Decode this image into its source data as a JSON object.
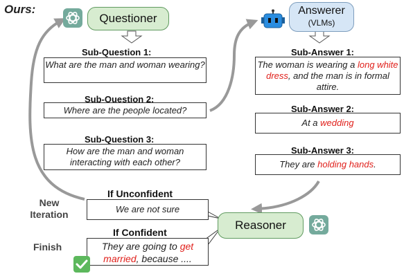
{
  "header": {
    "ours_label": "Ours:"
  },
  "questioner": {
    "label": "Questioner"
  },
  "answerer": {
    "label": "Answerer",
    "sublabel": "(VLMs)"
  },
  "reasoner": {
    "label": "Reasoner"
  },
  "sub_questions": [
    {
      "title": "Sub-Question 1:",
      "text": "What are the man and woman wearing?"
    },
    {
      "title": "Sub-Question 2:",
      "text": "Where are the people located?"
    },
    {
      "title": "Sub-Question 3:",
      "text": "How are the man and woman interacting with each other?"
    }
  ],
  "sub_answers": [
    {
      "title": "Sub-Answer 1:",
      "pre": "The woman is wearing a ",
      "hl": "long white dress",
      "post": ", and the man is in formal attire."
    },
    {
      "title": "Sub-Answer 2:",
      "pre": "At a ",
      "hl": "wedding",
      "post": ""
    },
    {
      "title": "Sub-Answer 3:",
      "pre": "They are ",
      "hl": "holding hands",
      "post": "."
    }
  ],
  "unconfident": {
    "title": "If Unconfident",
    "text": "We are not sure"
  },
  "confident": {
    "title": "If Confident",
    "pre": "They are going to ",
    "hl": "get married",
    "post": ", because ...."
  },
  "side_labels": {
    "new_iteration": "New Iteration",
    "finish": "Finish"
  },
  "colors": {
    "highlight": "#e0201b",
    "green_pill": "#d7ecd0",
    "blue_pill": "#d6e6f6",
    "arrow": "#999999",
    "chatgpt": "#74aa9c"
  },
  "icons": [
    "chatgpt-logo-icon",
    "robot-icon",
    "check-mark-icon"
  ]
}
